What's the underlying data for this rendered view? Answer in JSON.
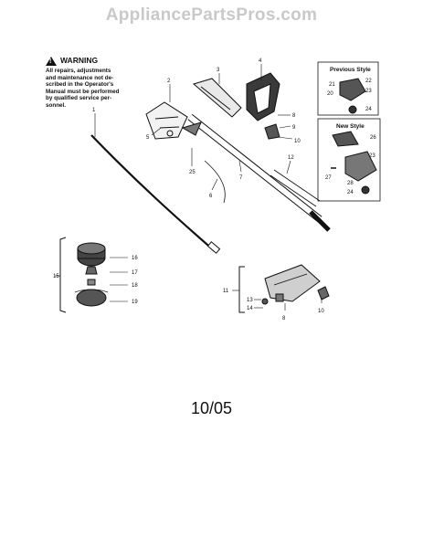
{
  "watermark": "AppliancePartsPros.com",
  "warning": {
    "heading": "WARNING",
    "lines": [
      "All repairs, adjustments",
      "and maintenance not de-",
      "scribed in the Operator's",
      "Manual must be performed",
      "by qualified service per-",
      "sonnel."
    ]
  },
  "boxes": {
    "previous_style": "Previous Style",
    "new_style": "New Style"
  },
  "callouts": {
    "c1": "1",
    "c2": "2",
    "c3": "3",
    "c4": "4",
    "c5": "5",
    "c6": "6",
    "c7": "7",
    "c8": "8",
    "c9": "9",
    "c10": "10",
    "c11": "11",
    "c12": "12",
    "c13": "13",
    "c14": "14",
    "c15": "15",
    "c16": "16",
    "c17": "17",
    "c18": "18",
    "c19": "19",
    "c20": "20",
    "c21": "21",
    "c22": "22",
    "c23": "23",
    "c24": "24",
    "c25": "25",
    "c26": "26",
    "c27": "27",
    "c28": "28",
    "c8b": "8",
    "c10b": "10",
    "c23b": "23",
    "c24b": "24"
  },
  "date_code": "10/05"
}
